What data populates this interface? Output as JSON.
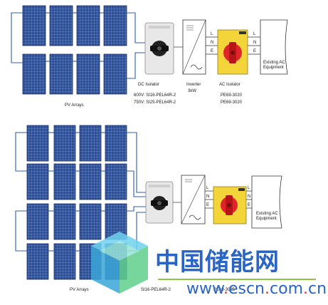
{
  "diagram_top": {
    "dc_isolator_label": "DC Isolator",
    "dc_model_600": "600V: SI16-PEL64R-2",
    "dc_model_750": "750V: SI25-PEL64R-2",
    "pv_label": "PV Arrays",
    "inverter_label": "Inverter",
    "inverter_rating": "3kW",
    "ac_isolator_label": "AC Isolator",
    "ac_model_1": "PE69-3020",
    "ac_model_2": "PE69-3020",
    "existing_ac": "Existing AC",
    "existing_ac_2": "Equipment",
    "line_l": "L",
    "line_n": "N",
    "line_e": "E"
  },
  "diagram_bottom": {
    "pv_label": "PV Arrays",
    "dc_model": "SI16-PEL64R-2",
    "ac_model": "PE69-3025",
    "existing_ac": "Existing AC",
    "existing_ac_2": "Equipment",
    "line_l": "L",
    "line_n": "N",
    "line_e": "E"
  },
  "watermark": {
    "site_name": "中国储能网",
    "url_pre": "www",
    "url_dot1": ".",
    "url_mid": "escn",
    "url_dot2": ".",
    "url_com": "com",
    "url_dot3": ".",
    "url_cn": "cn"
  },
  "colors": {
    "panel_fill": "#2d4f9a",
    "panel_grid": "#9bb4e6",
    "wire": "#2f5cb0",
    "isolator_body": "#e8e8e8",
    "ac_isolator": "#f3d53a",
    "knob_red": "#e0252a",
    "watermark_blue": "#2a64c4"
  }
}
